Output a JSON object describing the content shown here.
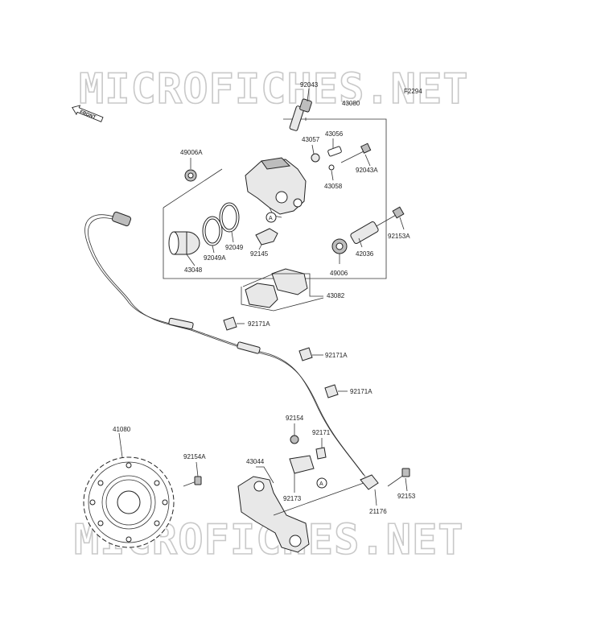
{
  "watermark": "MICROFICHES.NET",
  "figure_code": "F2294",
  "front_marker": "FRONT",
  "ref_marker": "A",
  "labels": {
    "l92043": "92043",
    "l43080": "43080",
    "l43056": "43056",
    "l43057": "43057",
    "l92043A": "92043A",
    "l43058": "43058",
    "l49006A": "49006A",
    "l92153A": "92153A",
    "l92049": "92049",
    "l92049A": "92049A",
    "l92145": "92145",
    "l43048": "43048",
    "l42036": "42036",
    "l49006": "49006",
    "l43082": "43082",
    "l92171A_1": "92171A",
    "l92171A_2": "92171A",
    "l92171A_3": "92171A",
    "l41080": "41080",
    "l92154": "92154",
    "l92171": "92171",
    "l92154A": "92154A",
    "l43044": "43044",
    "l92173": "92173",
    "l21176": "21176",
    "l92153": "92153"
  }
}
